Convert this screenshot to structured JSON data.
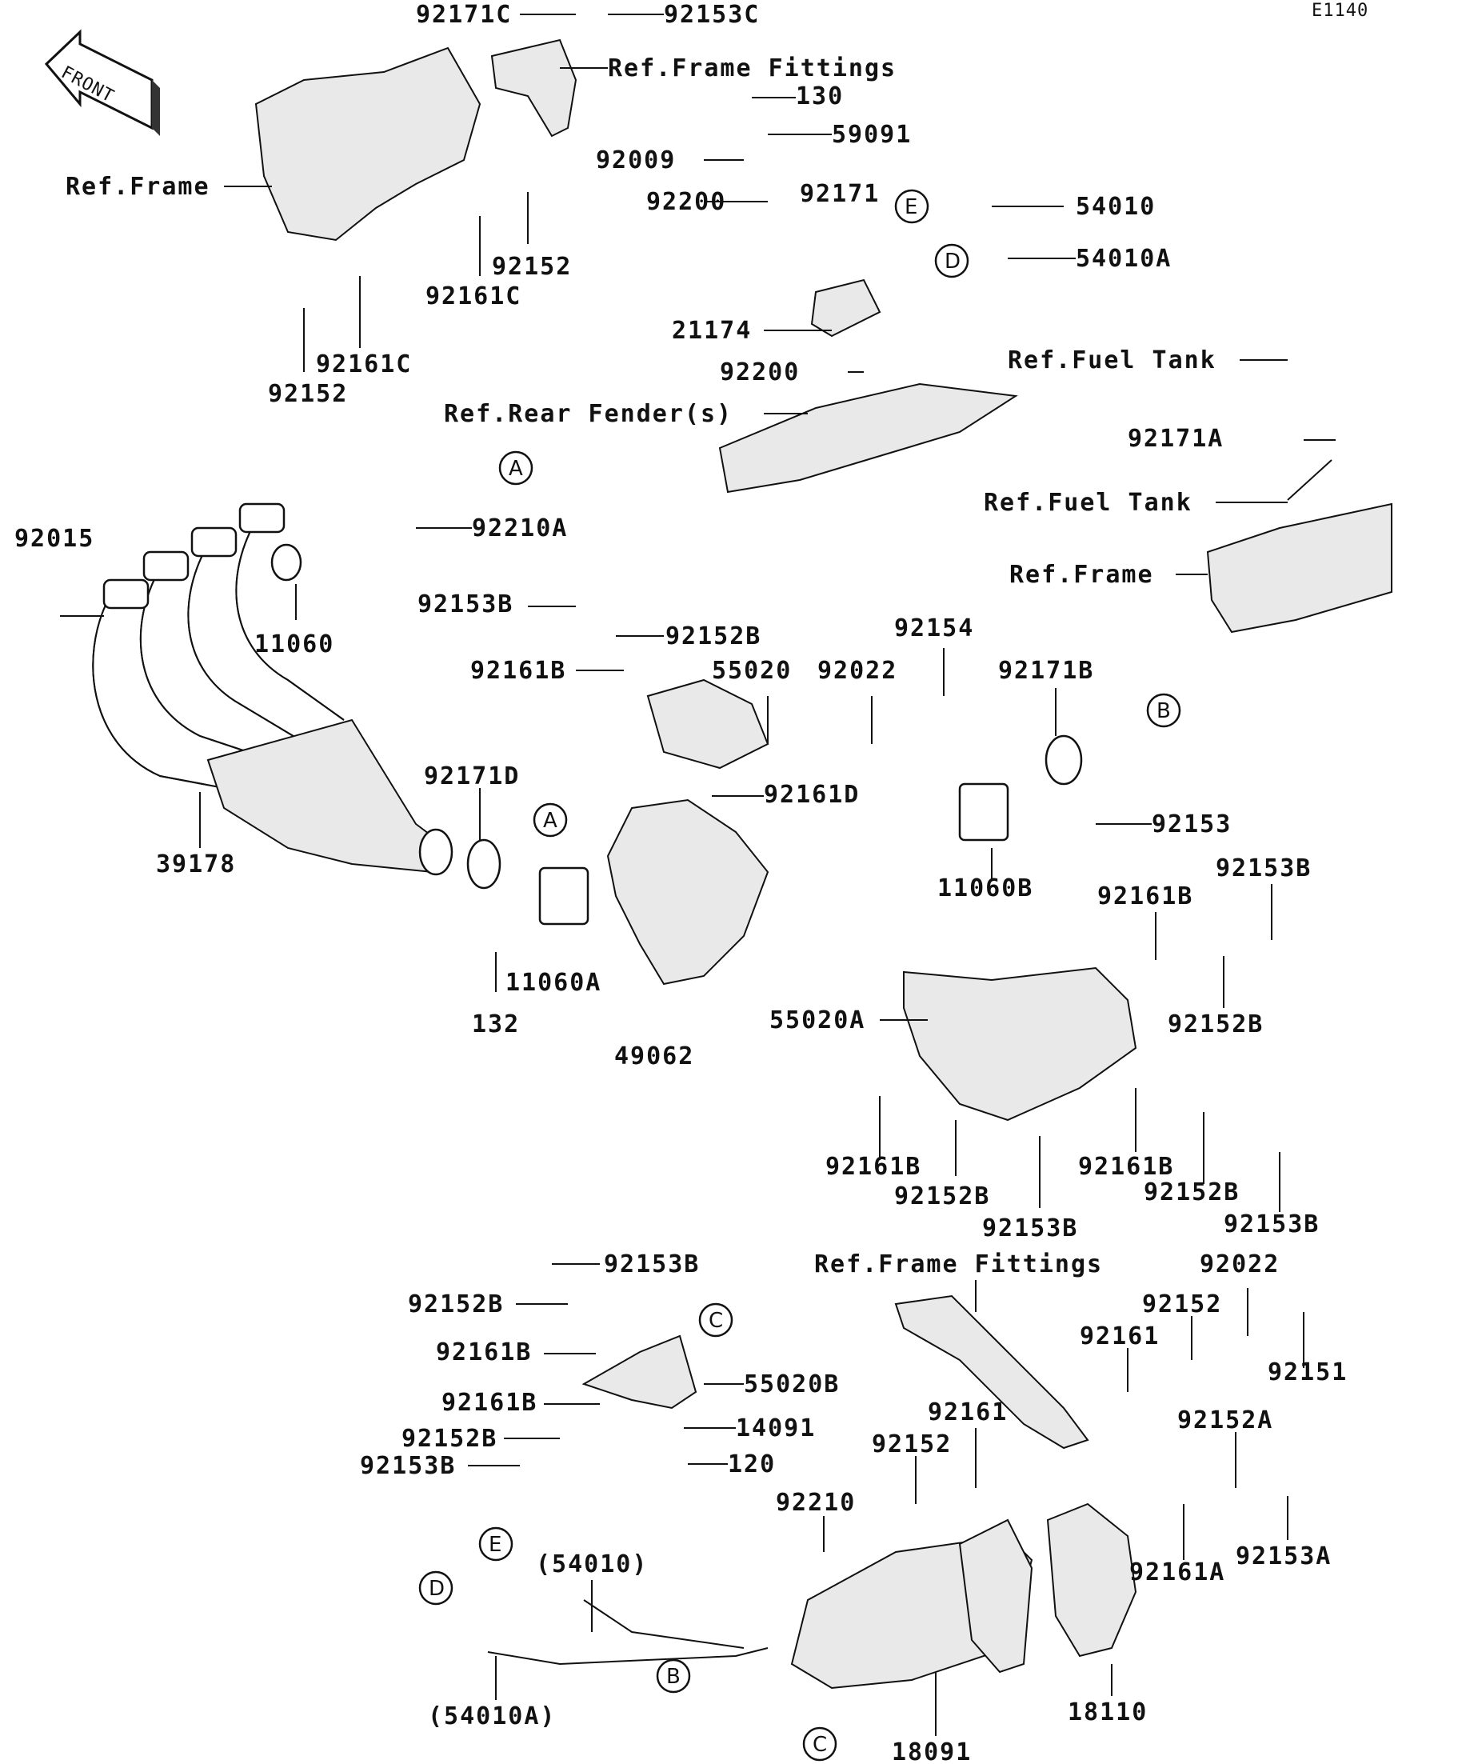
{
  "diagram": {
    "code": "E1140",
    "front_label": "FRONT",
    "callouts": [
      "A",
      "B",
      "C",
      "D",
      "E"
    ],
    "labels": [
      "92171C",
      "92153C",
      "Ref.Frame Fittings",
      "130",
      "59091",
      "Ref.Frame",
      "92009",
      "92200",
      "92171",
      "54010",
      "54010A",
      "92152",
      "92161C",
      "21174",
      "92161C",
      "92152",
      "Ref.Fuel Tank",
      "92200",
      "Ref.Rear Fender(s)",
      "92171A",
      "Ref.Fuel Tank",
      "92210A",
      "Ref.Frame",
      "92015",
      "11060",
      "92153B",
      "92152B",
      "92161B",
      "55020",
      "92022",
      "92154",
      "92171B",
      "92161D",
      "92171D",
      "92153",
      "39178",
      "11060B",
      "92153B",
      "92161B",
      "11060A",
      "55020A",
      "92152B",
      "132",
      "49062",
      "92161B",
      "92161B",
      "92152B",
      "92152B",
      "92153B",
      "92153B",
      "92153B",
      "Ref.Frame Fittings",
      "92022",
      "92152B",
      "92152",
      "92161B",
      "92161",
      "92151",
      "55020B",
      "92161B",
      "14091",
      "92152B",
      "120",
      "92153B",
      "92161",
      "92152",
      "92152A",
      "92210",
      "(54010)",
      "92161A",
      "92153A",
      "(54010A)",
      "18110",
      "18091"
    ]
  }
}
